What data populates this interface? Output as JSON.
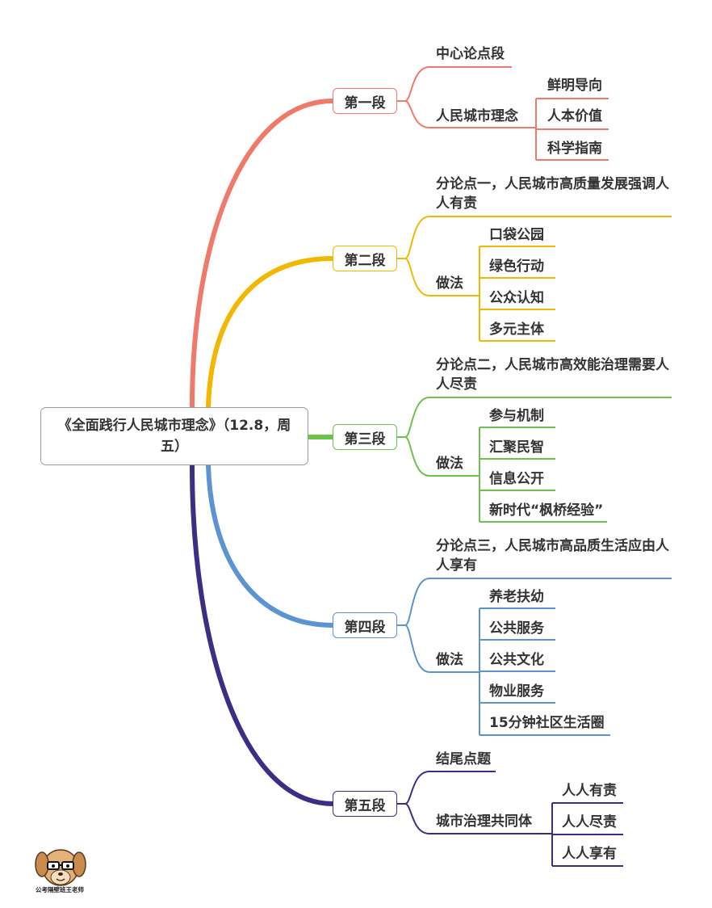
{
  "root": {
    "label": "《全面践行人民城市理念》（12.8，周五）"
  },
  "colors": {
    "seg1": "#f07a6a",
    "seg2": "#f2b800",
    "seg3": "#6cc24a",
    "seg4": "#5b94d1",
    "seg5": "#3b2e84"
  },
  "segments": [
    {
      "label": "第一段",
      "point": "中心论点段",
      "sub_label": "人民城市理念",
      "items": [
        "鲜明导向",
        "人本价值",
        "科学指南"
      ]
    },
    {
      "label": "第二段",
      "point": "分论点一，人民城市高质量发展强调人人有责",
      "sub_label": "做法",
      "items": [
        "口袋公园",
        "绿色行动",
        "公众认知",
        "多元主体"
      ]
    },
    {
      "label": "第三段",
      "point": "分论点二，人民城市高效能治理需要人人尽责",
      "sub_label": "做法",
      "items": [
        "参与机制",
        "汇聚民智",
        "信息公开",
        "新时代“枫桥经验”"
      ]
    },
    {
      "label": "第四段",
      "point": "分论点三，人民城市高品质生活应由人人享有",
      "sub_label": "做法",
      "items": [
        "养老扶幼",
        "公共服务",
        "公共文化",
        "物业服务",
        "15分钟社区生活圈"
      ]
    },
    {
      "label": "第五段",
      "point": "结尾点题",
      "sub_label": "城市治理共同体",
      "items": [
        "人人有责",
        "人人尽责",
        "人人享有"
      ]
    }
  ],
  "watermark": {
    "text": "公考隔壁班王老师",
    "icon": "cartoon-dog-with-glasses-icon"
  }
}
